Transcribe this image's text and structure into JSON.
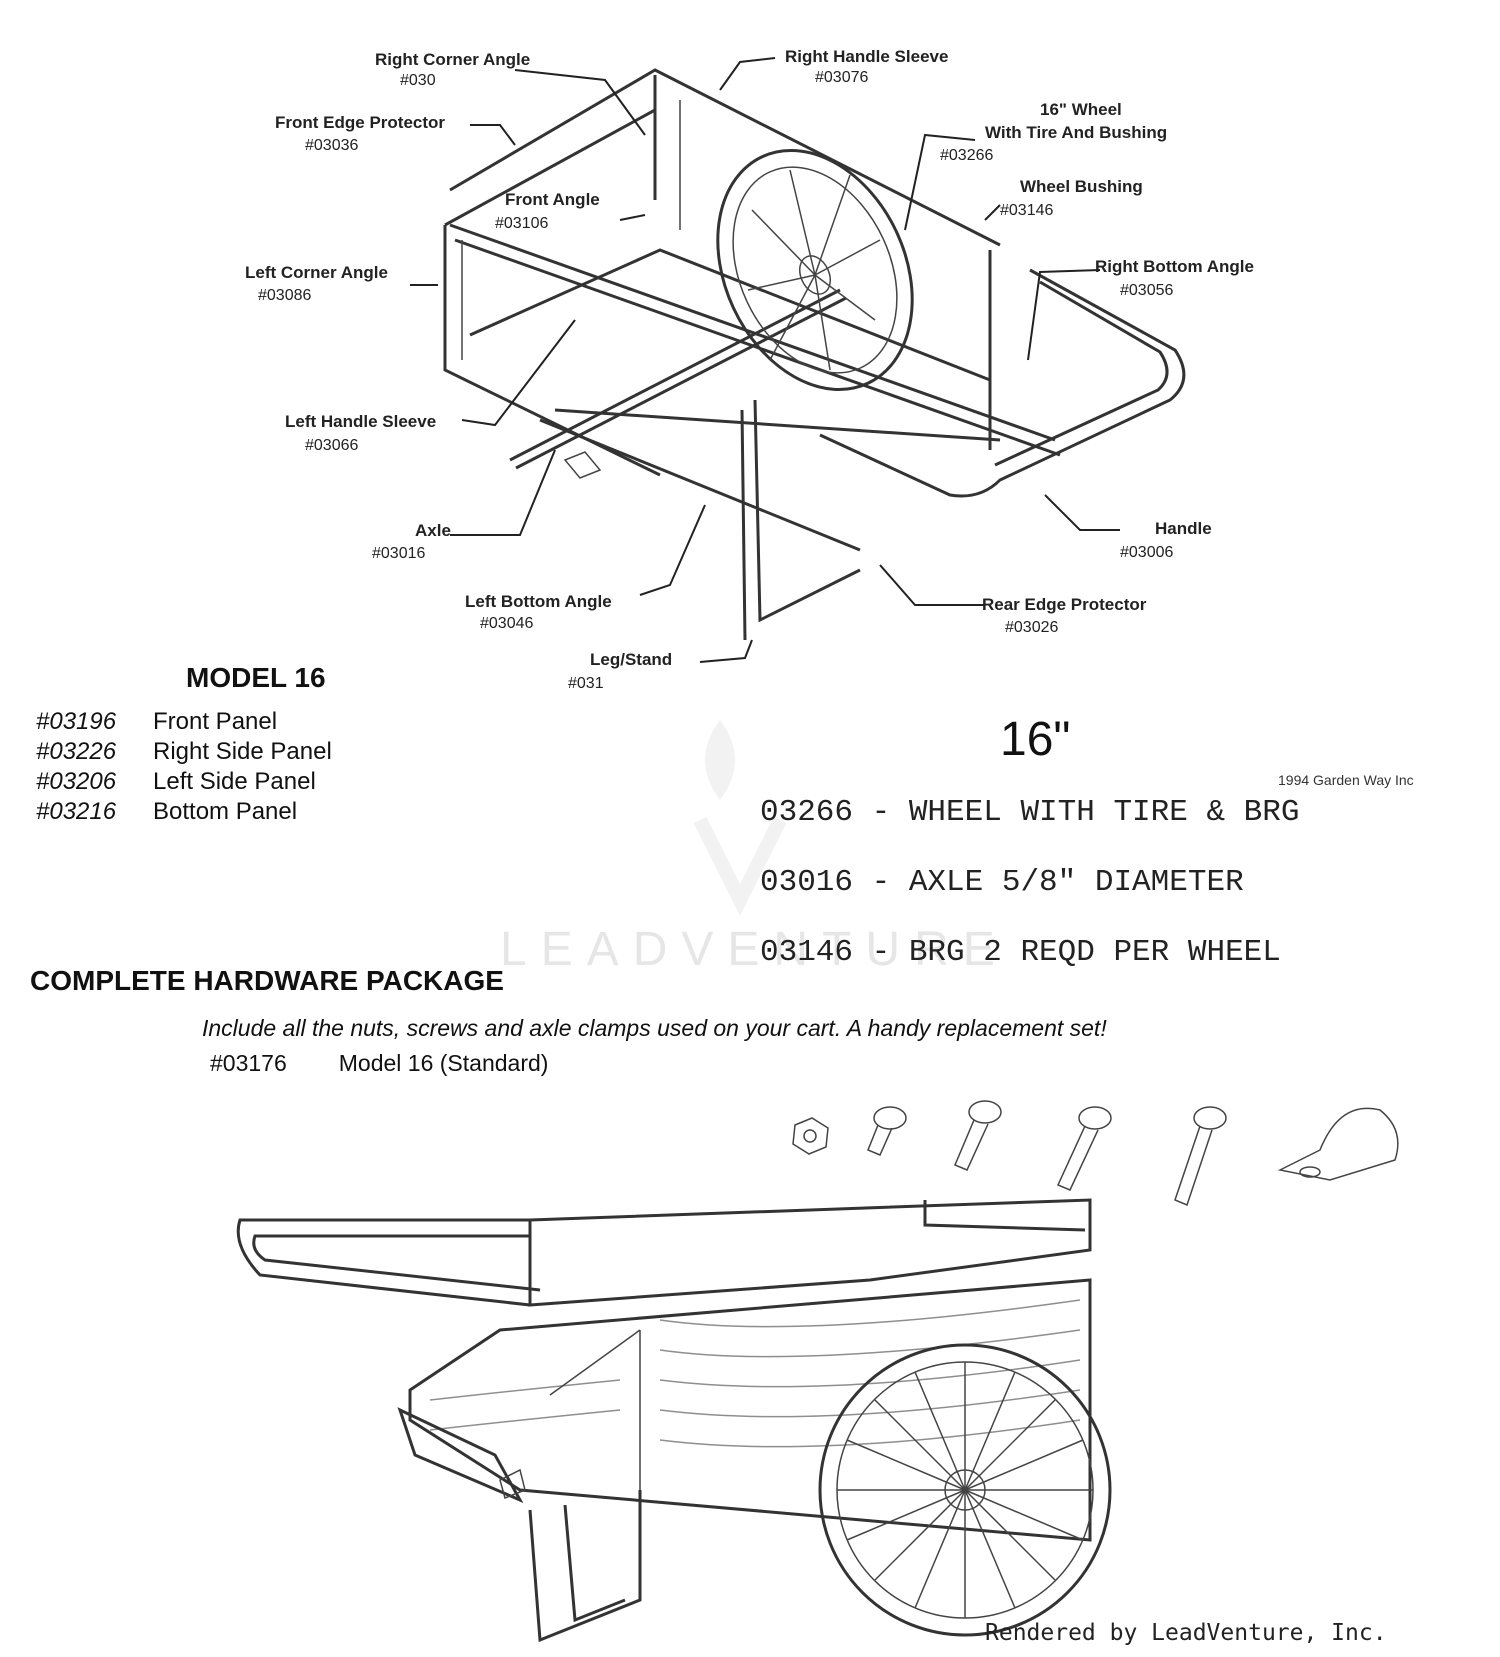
{
  "callouts": {
    "right_corner_angle": {
      "label": "Right Corner Angle",
      "part": "#030"
    },
    "right_handle_sleeve": {
      "label": "Right Handle Sleeve",
      "part": "#03076"
    },
    "front_edge_protector": {
      "label": "Front Edge Protector",
      "part": "#03036"
    },
    "wheel": {
      "label_line1": "16\" Wheel",
      "label_line2": "With Tire And Bushing",
      "part": "#03266"
    },
    "wheel_bushing": {
      "label": "Wheel Bushing",
      "part": "#03146"
    },
    "front_angle": {
      "label": "Front Angle",
      "part": "#03106"
    },
    "left_corner_angle": {
      "label": "Left Corner Angle",
      "part": "#03086"
    },
    "right_bottom_angle": {
      "label": "Right Bottom Angle",
      "part": "#03056"
    },
    "left_handle_sleeve": {
      "label": "Left Handle Sleeve",
      "part": "#03066"
    },
    "axle": {
      "label": "Axle",
      "part": "#03016"
    },
    "handle": {
      "label": "Handle",
      "part": "#03006"
    },
    "left_bottom_angle": {
      "label": "Left Bottom Angle",
      "part": "#03046"
    },
    "rear_edge_protector": {
      "label": "Rear Edge Protector",
      "part": "#03026"
    },
    "leg_stand": {
      "label": "Leg/Stand",
      "part": "#031"
    }
  },
  "model": {
    "title": "MODEL 16",
    "panels": [
      {
        "part": "#03196",
        "name": "Front Panel"
      },
      {
        "part": "#03226",
        "name": "Right Side Panel"
      },
      {
        "part": "#03206",
        "name": "Left Side Panel"
      },
      {
        "part": "#03216",
        "name": "Bottom Panel"
      }
    ]
  },
  "wheel_spec": {
    "size": "16\"",
    "lines": [
      "03266 - WHEEL WITH TIRE & BRG",
      "03016 - AXLE 5/8\" DIAMETER",
      "03146 - BRG 2 REQD PER WHEEL"
    ]
  },
  "copyright": "1994 Garden Way Inc",
  "hardware": {
    "title": "COMPLETE HARDWARE PACKAGE",
    "description": "Include all the nuts, screws and axle clamps used on your cart. A handy replacement set!",
    "part": "#03176",
    "name": "Model 16 (Standard)"
  },
  "watermark": "LEADVENTURE",
  "credit": "Rendered by LeadVenture, Inc."
}
